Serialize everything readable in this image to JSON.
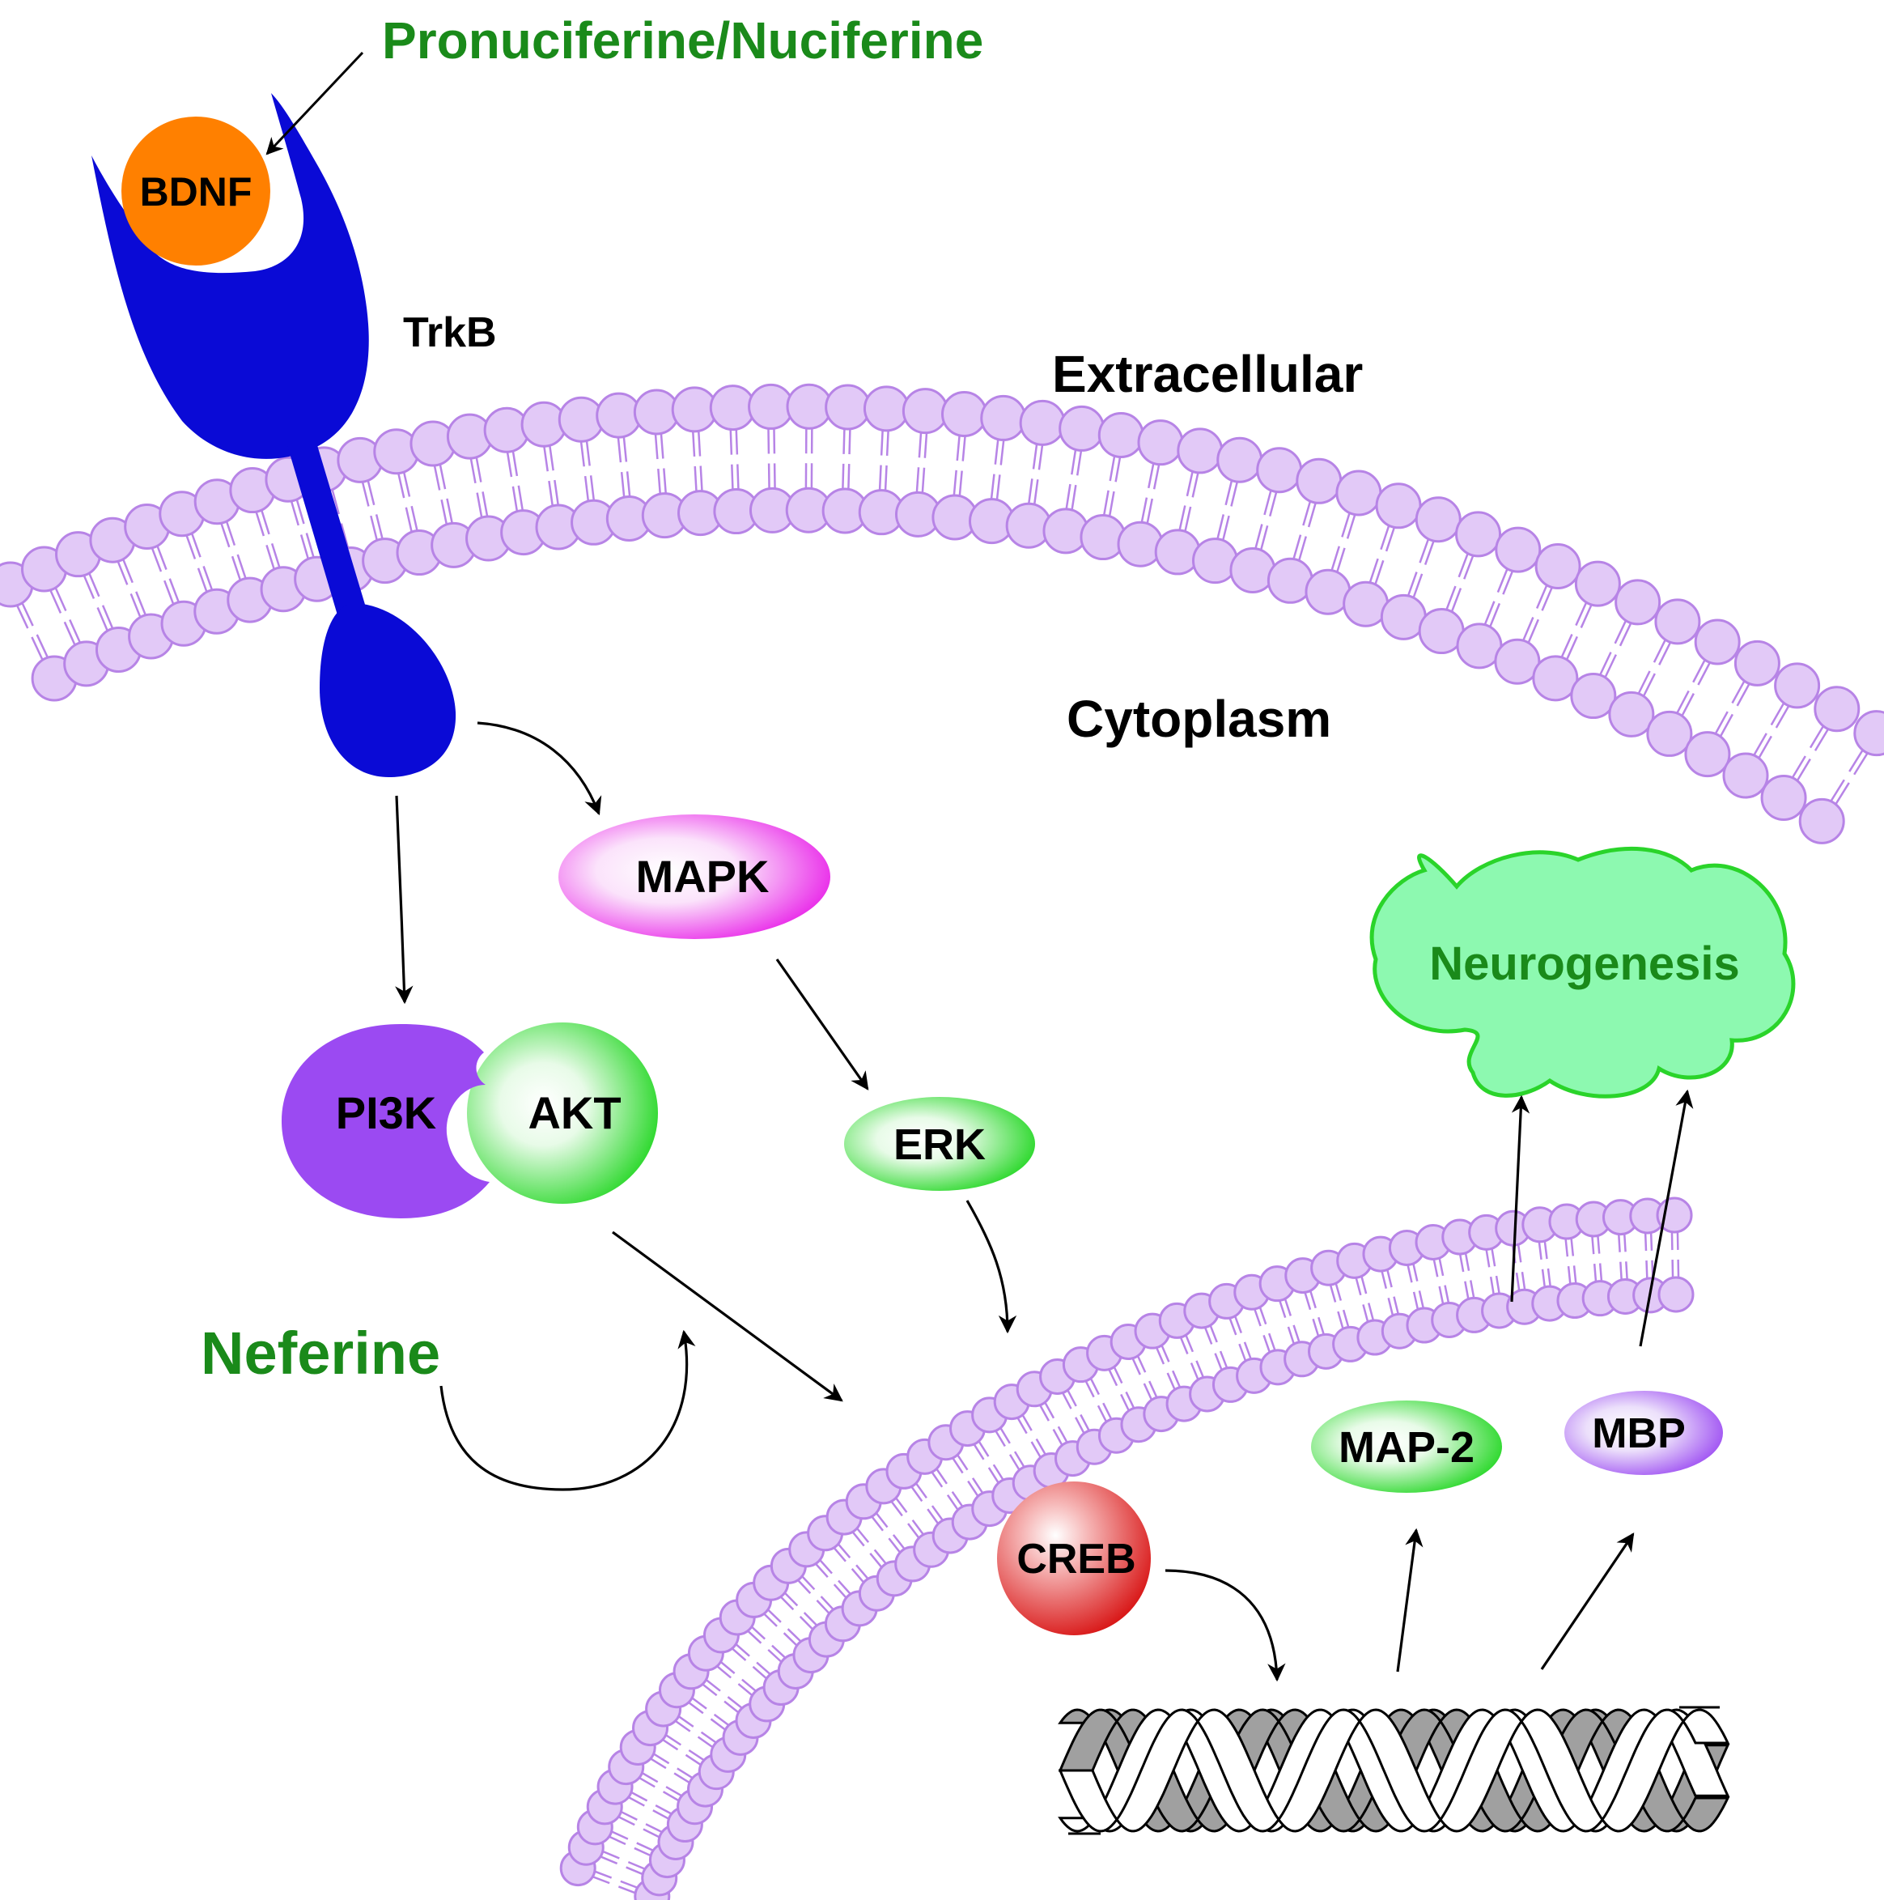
{
  "labels": {
    "ligand": "Pronuciferine/Nuciferine",
    "bdnf": "BDNF",
    "trkb": "TrkB",
    "extracellular": "Extracellular",
    "cytoplasm": "Cytoplasm",
    "mapk": "MAPK",
    "pi3k": "PI3K",
    "akt": "AKT",
    "erk": "ERK",
    "neferine": "Neferine",
    "neurogenesis": "Neurogenesis",
    "map2": "MAP-2",
    "mbp": "MBP",
    "creb": "CREB"
  },
  "colors": {
    "ligand_text": "#1a8a1a",
    "neferine_text": "#1a8a1a",
    "neurogenesis_text": "#1a8a1a",
    "receptor": "#0a0ad6",
    "bdnf": "#ff8000",
    "lipid_fill": "#e2c9f7",
    "lipid_stroke": "#b784e6",
    "pi3k": "#9b4af2",
    "green_protein": "#1fd61f",
    "mapk": "#e81ee8",
    "mbp": "#9b4af2",
    "creb": "#e01a1a",
    "neurogenesis_fill": "#8df9b0",
    "neurogenesis_stroke": "#2ad42a",
    "dna_dark": "#a0a0a0"
  }
}
